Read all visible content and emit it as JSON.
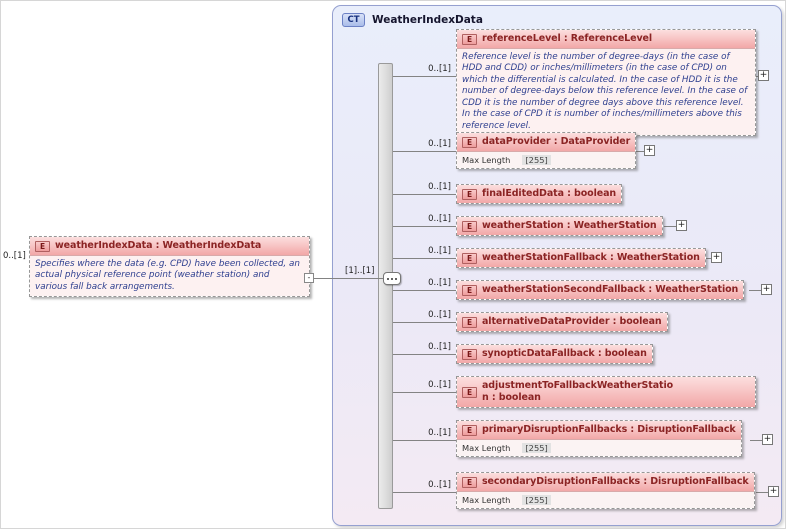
{
  "badges": {
    "element": "E",
    "complex_type": "CT"
  },
  "icons": {
    "expand": "+",
    "collapse": "-"
  },
  "root": {
    "cardinality": "0..[1]",
    "label": "weatherIndexData : WeatherIndexData",
    "annotation": "Specifies where the data (e.g. CPD) have been collected, an actual physical reference point (weather station) and various fall back arrangements."
  },
  "connector": {
    "cardinality": "[1]..[1]"
  },
  "complex_type": {
    "name": "WeatherIndexData",
    "children": [
      {
        "cardinality": "0..[1]",
        "label": "referenceLevel : ReferenceLevel",
        "annotation": "Reference level is the number of degree-days (in the case of HDD and CDD) or inches/millimeters (in the case of CPD) on which the differential is calculated. In the case of HDD it is the number of degree-days below this reference level. In the case of CDD it is the number of degree days above this reference level. In the case of CPD it is number of inches/millimeters above this reference level."
      },
      {
        "cardinality": "0..[1]",
        "label": "dataProvider : DataProvider",
        "facet": {
          "label": "Max Length",
          "value": "[255]"
        }
      },
      {
        "cardinality": "0..[1]",
        "label": "finalEditedData : boolean"
      },
      {
        "cardinality": "0..[1]",
        "label": "weatherStation : WeatherStation"
      },
      {
        "cardinality": "0..[1]",
        "label": "weatherStationFallback : WeatherStation"
      },
      {
        "cardinality": "0..[1]",
        "label": "weatherStationSecondFallback : WeatherStation"
      },
      {
        "cardinality": "0..[1]",
        "label": "alternativeDataProvider : boolean"
      },
      {
        "cardinality": "0..[1]",
        "label": "synopticDataFallback : boolean"
      },
      {
        "cardinality": "0..[1]",
        "label": "adjustmentToFallbackWeatherStatio",
        "label2": "n : boolean"
      },
      {
        "cardinality": "0..[1]",
        "label": "primaryDisruptionFallbacks : DisruptionFallback",
        "facet": {
          "label": "Max Length",
          "value": "[255]"
        }
      },
      {
        "cardinality": "0..[1]",
        "label": "secondaryDisruptionFallbacks : DisruptionFallback",
        "facet": {
          "label": "Max Length",
          "value": "[255]"
        }
      }
    ]
  }
}
